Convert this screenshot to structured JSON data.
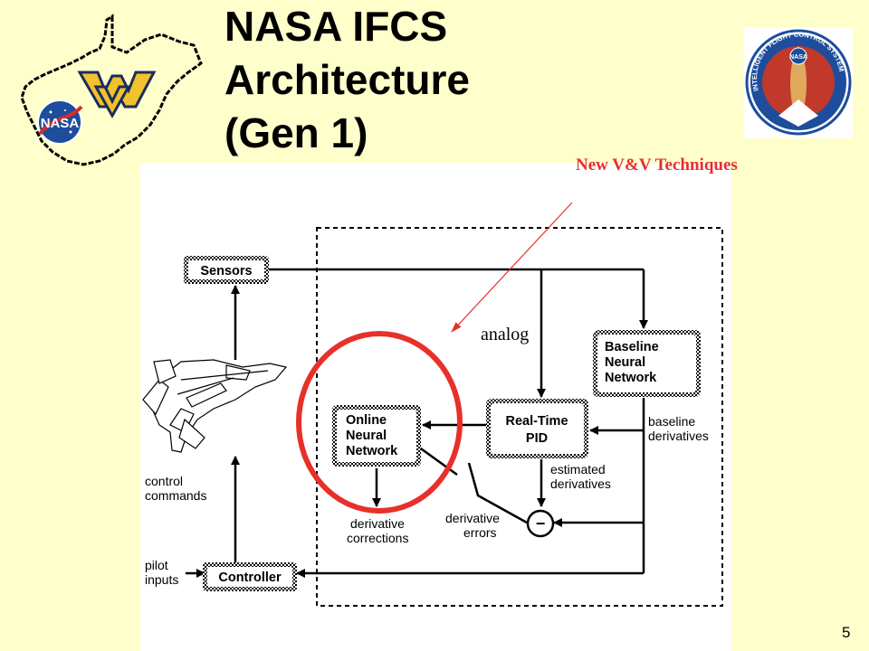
{
  "slide": {
    "title_lines": [
      "NASA IFCS",
      "Architecture",
      "(Gen 1)"
    ],
    "annotation": "New V&V Techniques",
    "page_number": "5"
  },
  "logos": {
    "left": {
      "icon": "west-virginia-nasa-wvu-logo",
      "text": "NASA"
    },
    "right": {
      "icon": "intelligent-flight-control-system-patch",
      "text": "INTELLIGENT FLIGHT CONTROL SYSTEM",
      "subtext": "NASA"
    }
  },
  "diagram": {
    "blocks": {
      "sensors": "Sensors",
      "baseline": [
        "Baseline",
        "Neural",
        "Network"
      ],
      "online": [
        "Online",
        "Neural",
        "Network"
      ],
      "pid": [
        "Real-Time",
        "PID"
      ],
      "controller": "Controller",
      "summer": "−"
    },
    "labels": {
      "analog": "analog",
      "baseline_derivatives": [
        "baseline",
        "derivatives"
      ],
      "estimated_derivatives": [
        "estimated",
        "derivatives"
      ],
      "derivative_corrections": [
        "derivative",
        "corrections"
      ],
      "derivative_errors": [
        "derivative",
        "errors"
      ],
      "control_commands": [
        "control",
        "commands"
      ],
      "pilot_inputs": [
        "pilot",
        "inputs"
      ]
    },
    "colors": {
      "highlight_circle": "#E8302A",
      "annotation_arrow": "#E8302A",
      "panel": "#FFFFFF"
    }
  }
}
